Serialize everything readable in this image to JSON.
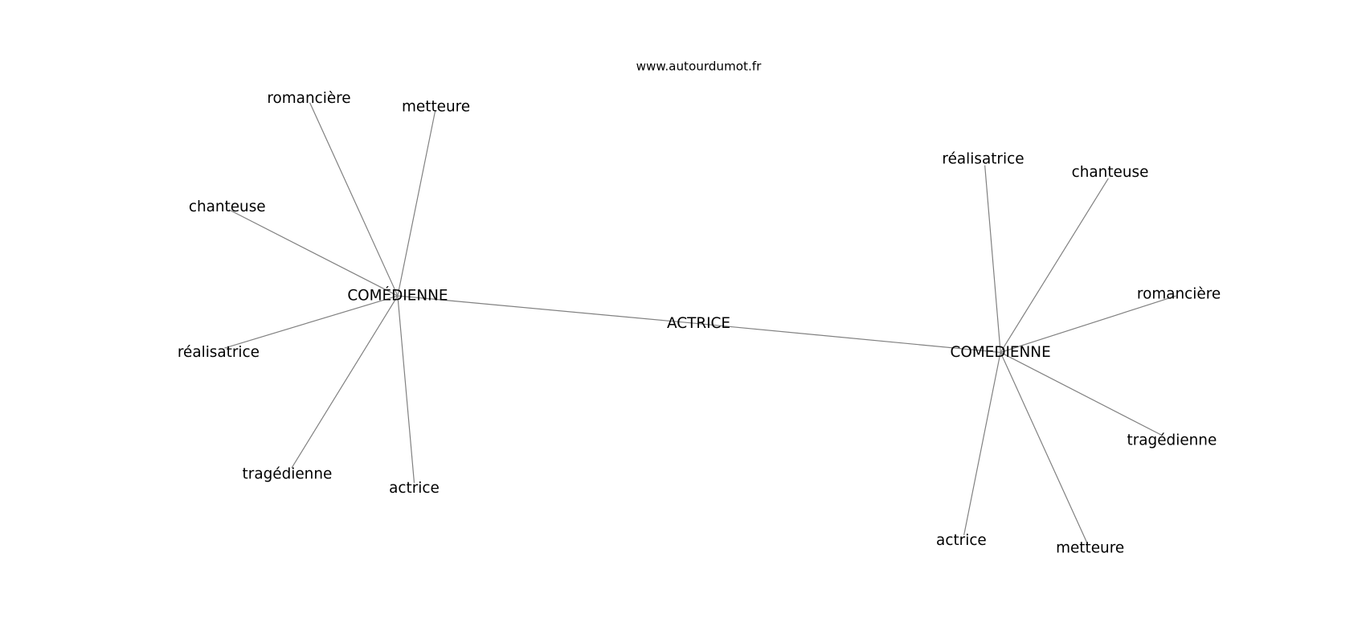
{
  "header": {
    "title": "www.autourdumot.fr"
  },
  "graph": {
    "center": "ACTRICE",
    "hub_left": "COMÉDIENNE",
    "hub_right": "COMEDIENNE",
    "left_leaves": [
      "romancière",
      "metteure",
      "chanteuse",
      "réalisatrice",
      "tragédienne",
      "actrice"
    ],
    "right_leaves": [
      "réalisatrice",
      "chanteuse",
      "romancière",
      "tragédienne",
      "actrice",
      "metteure"
    ],
    "edge_color": "#808080"
  }
}
